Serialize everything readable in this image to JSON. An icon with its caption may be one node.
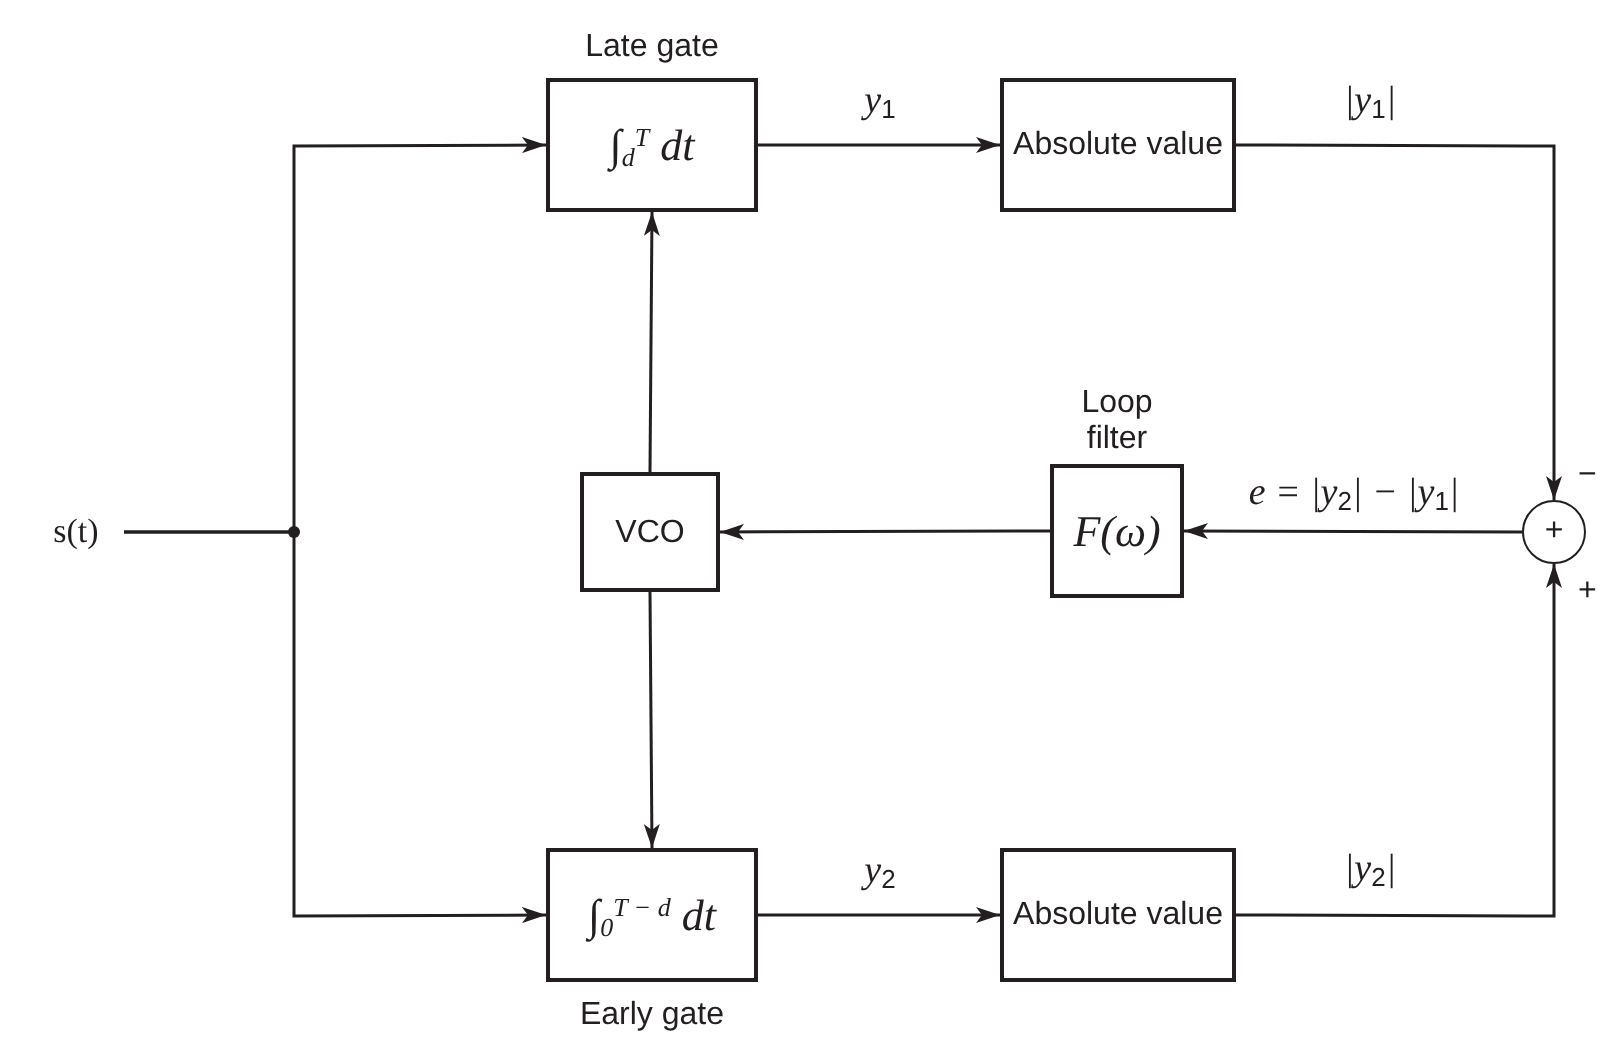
{
  "diagram": {
    "nodes": [
      {
        "text": [
          "s(t)"
        ]
      },
      {
        "text": [
          "Late gate",
          "∫$_{d}$$^{T}$ dt"
        ]
      },
      {
        "text": [
          "Absolute value"
        ]
      },
      {
        "text": [
          "VCO"
        ]
      },
      {
        "text": [
          "Loop filter",
          "F(ω)"
        ]
      },
      {
        "text": [
          "+"
        ],
        "beside": [
          "−",
          "+"
        ]
      },
      {
        "text": [
          "∫$_{0}$$^{T − d}$ dt",
          "Early gate"
        ]
      },
      {
        "text": [
          "Absolute value"
        ]
      }
    ],
    "edges": [
      {
        "from": 0,
        "to": 1,
        "arrow": "to"
      },
      {
        "from": 0,
        "to": 6,
        "arrow": "to"
      },
      {
        "from": 1,
        "to": 2,
        "arrow": "to",
        "label": "y$_{1}$"
      },
      {
        "from": 2,
        "to": 5,
        "arrow": "to",
        "label": "|y$_{1}$|"
      },
      {
        "from": 7,
        "to": 5,
        "arrow": "to",
        "label": "|y$_{2}$|"
      },
      {
        "from": 5,
        "to": 4,
        "arrow": "to",
        "label": "e = |y$_{2}$| − |y$_{1}$|"
      },
      {
        "from": 4,
        "to": 3,
        "arrow": "to"
      },
      {
        "from": 3,
        "to": 1,
        "arrow": "to"
      },
      {
        "from": 3,
        "to": 6,
        "arrow": "to"
      },
      {
        "from": 6,
        "to": 7,
        "arrow": "to",
        "label": "y$_{2}$"
      }
    ]
  }
}
